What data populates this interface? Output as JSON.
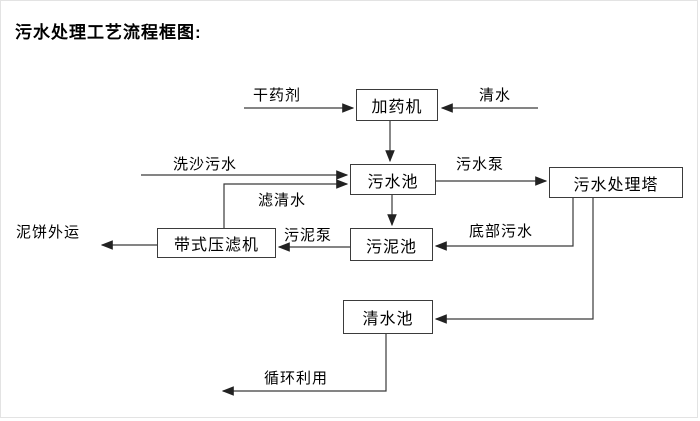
{
  "title": "污水处理工艺流程框图:",
  "nodes": {
    "dosing_machine": "加药机",
    "sewage_pool": "污水池",
    "sewage_treatment_tower": "污水处理塔",
    "sludge_pool": "污泥池",
    "belt_filter_press": "带式压滤机",
    "clean_water_pool": "清水池"
  },
  "flow_labels": {
    "dry_chemical": "干药剂",
    "clean_water": "清水",
    "sand_washing_sewage": "洗沙污水",
    "sewage_pump": "污水泵",
    "filtered_clean_water": "滤清水",
    "sludge_pump": "污泥泵",
    "bottom_sewage": "底部污水",
    "mud_cake_outbound": "泥饼外运",
    "recycling": "循环利用"
  },
  "connections": [
    "干药剂 → 加药机",
    "清水 → 加药机",
    "加药机 → 污水池",
    "洗沙污水 → 污水池",
    "带式压滤机 →(滤清水)→ 污水池",
    "污水池 →(污水泵)→ 污水处理塔",
    "污水池 → 污泥池",
    "污水处理塔 →(底部污水)→ 污泥池",
    "污泥池 →(污泥泵)→ 带式压滤机",
    "带式压滤机 → 泥饼外运",
    "污水处理塔 → 清水池",
    "清水池 → 循环利用"
  ],
  "colors": {
    "line": "#3a3a3a",
    "text": "#000000",
    "background": "#ffffff"
  }
}
